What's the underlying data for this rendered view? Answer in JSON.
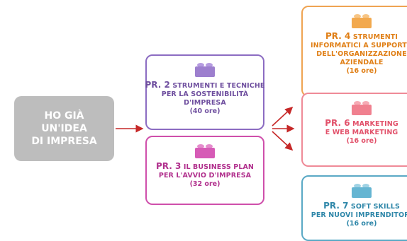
{
  "start": {
    "lines": [
      "HO GIÀ",
      "UN'IDEA",
      "DI IMPRESA"
    ]
  },
  "cards": {
    "pr2": {
      "code": "PR. 2",
      "lines": [
        "STRUMENTI E TECNICHE",
        "PER LA SOSTENIBILITÀ",
        "D'IMPRESA"
      ],
      "hours": "(40 ore)",
      "brick_color": "#9d7fce"
    },
    "pr3": {
      "code": "PR. 3",
      "lines": [
        "IL BUSINESS PLAN",
        "PER L'AVVIO D'IMPRESA"
      ],
      "hours": "(32 ore)",
      "brick_color": "#d65bb6"
    },
    "pr4": {
      "code": "PR. 4",
      "lines": [
        "STRUMENTI",
        "INFORMATICI A SUPPORTO",
        "DELL'ORGANIZZAZIONE",
        "AZIENDALE"
      ],
      "hours": "(16 ore)",
      "brick_color": "#f2a94e"
    },
    "pr6": {
      "code": "PR. 6",
      "lines": [
        "MARKETING",
        "E WEB MARKETING"
      ],
      "hours": "(16 ore)",
      "brick_color": "#f0808f"
    },
    "pr7": {
      "code": "PR. 7",
      "lines": [
        "SOFT SKILLS",
        "PER NUOVI IMPRENDITORI"
      ],
      "hours": "(16 ore)",
      "brick_color": "#65b5d2"
    }
  },
  "colors": {
    "start_bg": "#bdbdbd",
    "arrow": "#c62828"
  }
}
